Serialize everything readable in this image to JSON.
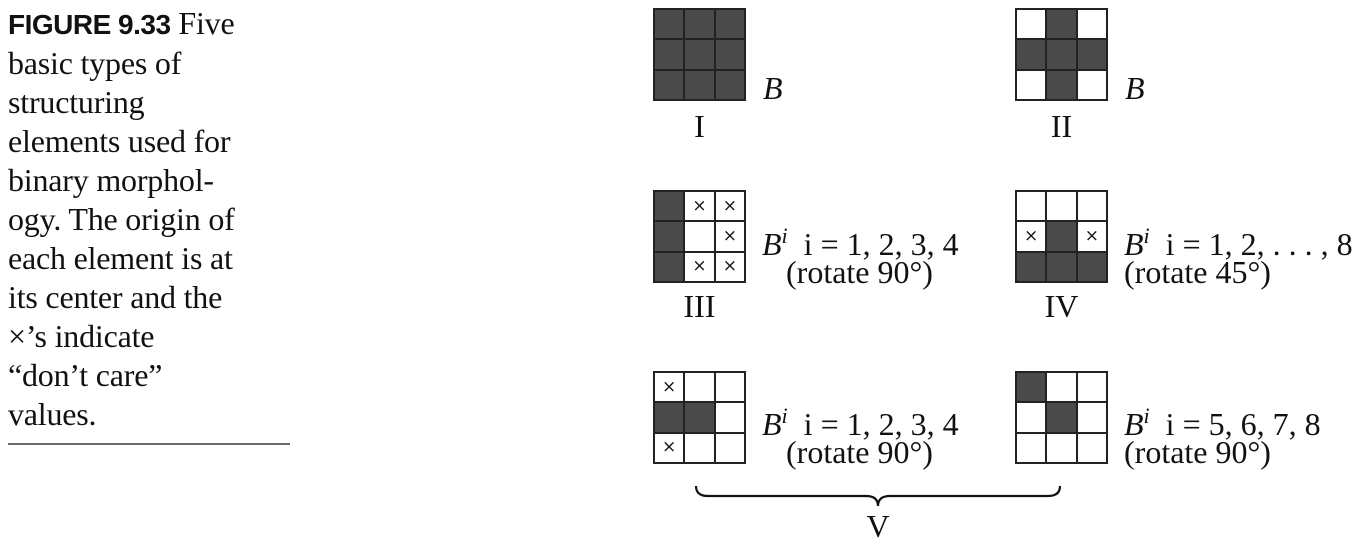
{
  "caption": {
    "label": "FIGURE 9.33",
    "lines": [
      " Five",
      "basic types of",
      "structuring",
      "elements used for",
      "binary morphol-",
      "ogy. The origin of",
      "each element is at",
      "its center and the",
      "×’s indicate",
      "“don’t care”",
      "values."
    ]
  },
  "elements": [
    {
      "roman": "I",
      "cells": [
        "on",
        "on",
        "on",
        "on",
        "on",
        "on",
        "on",
        "on",
        "on"
      ],
      "symbol": "B",
      "sup": "",
      "range": "",
      "rotation": ""
    },
    {
      "roman": "II",
      "cells": [
        "off",
        "on",
        "off",
        "on",
        "on",
        "on",
        "off",
        "on",
        "off"
      ],
      "symbol": "B",
      "sup": "",
      "range": "",
      "rotation": ""
    },
    {
      "roman": "III",
      "cells": [
        "on",
        "x",
        "x",
        "on",
        "off",
        "x",
        "on",
        "x",
        "x"
      ],
      "symbol": "B",
      "sup": "i",
      "range": "i = 1, 2, 3, 4",
      "rotation": "(rotate 90°)"
    },
    {
      "roman": "IV",
      "cells": [
        "off",
        "off",
        "off",
        "x",
        "on",
        "x",
        "on",
        "on",
        "on"
      ],
      "symbol": "B",
      "sup": "i",
      "range": "i = 1, 2, . . . , 8",
      "rotation": "(rotate 45°)"
    },
    {
      "roman": "",
      "cells": [
        "x",
        "off",
        "off",
        "on",
        "on",
        "off",
        "x",
        "off",
        "off"
      ],
      "symbol": "B",
      "sup": "i",
      "range": "i = 1, 2, 3, 4",
      "rotation": "(rotate 90°)"
    },
    {
      "roman": "",
      "cells": [
        "on",
        "off",
        "off",
        "off",
        "on",
        "off",
        "off",
        "off",
        "off"
      ],
      "symbol": "B",
      "sup": "i",
      "range": "i = 5, 6, 7, 8",
      "rotation": "(rotate 90°)"
    }
  ],
  "group_label": "V",
  "dont_care_mark": "×"
}
